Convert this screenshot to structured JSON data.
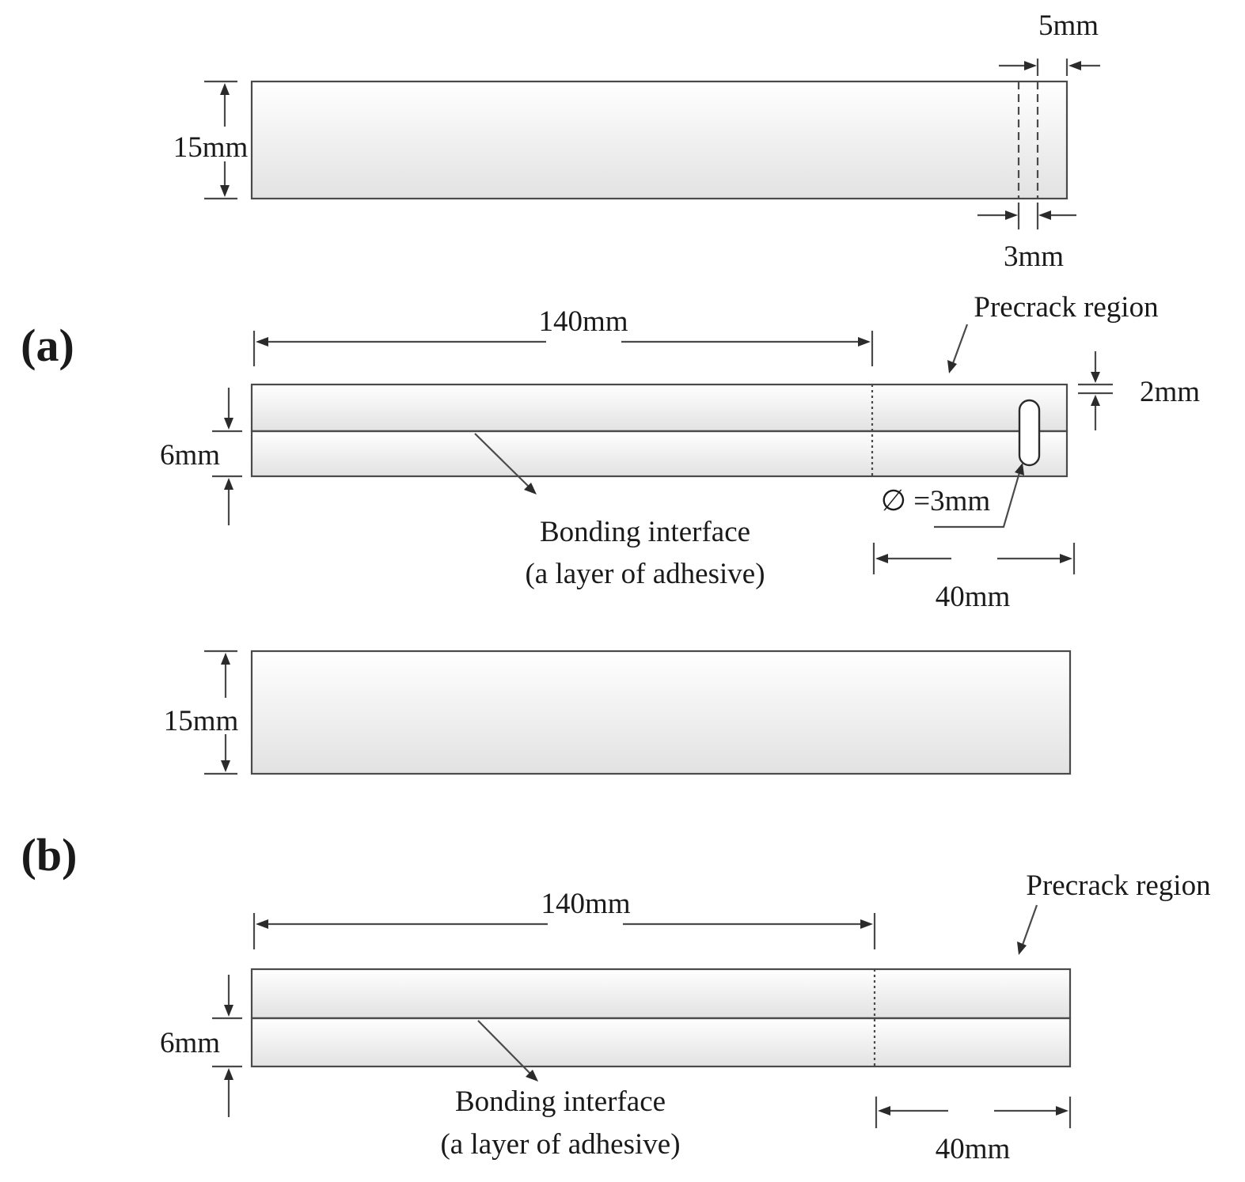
{
  "panels": {
    "a": "(a)",
    "b": "(b)"
  },
  "top_view_a": {
    "width": "15mm",
    "notch_outer": "5mm",
    "notch_inner": "3mm"
  },
  "side_view_a": {
    "length": "140mm",
    "precrack": "Precrack region",
    "gap": "2mm",
    "thickness": "6mm",
    "hole": "∅ =3mm",
    "interface_line1": "Bonding interface",
    "interface_line2": "(a layer of adhesive)",
    "precrack_length": "40mm"
  },
  "top_view_b": {
    "width": "15mm"
  },
  "side_view_b": {
    "length": "140mm",
    "precrack": "Precrack region",
    "thickness": "6mm",
    "interface_line1": "Bonding interface",
    "interface_line2": "(a layer of adhesive)",
    "precrack_length": "40mm"
  },
  "colors": {
    "outline": "#4a4a4a",
    "fill_top": "#ffffff",
    "fill_bottom": "#e4e4e4",
    "text": "#1a1a1a"
  }
}
